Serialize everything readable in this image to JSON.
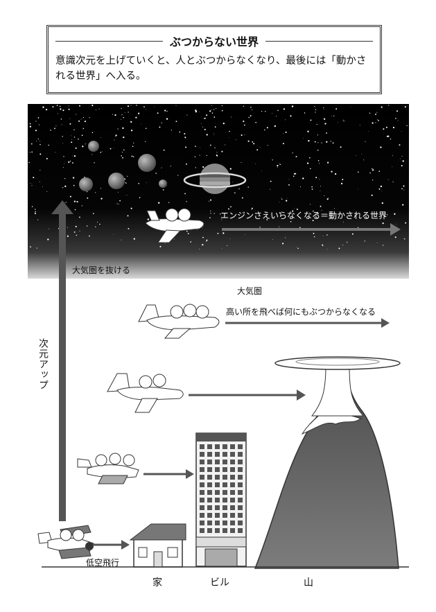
{
  "header": {
    "title": "ぶつからない世界",
    "description": "意識次元を上げていくと、人とぶつからなくなり、最後には「動かされる世界」へ入る。"
  },
  "labels": {
    "space_arrow": "エンジンさえいらなくなる＝動かされる世界",
    "exit_atmosphere": "大気圏を抜ける",
    "atmosphere": "大気圏",
    "high_flight": "高い所を飛べば何にもぶつからなくなる",
    "dimension_up": "次元アップ",
    "low_flight": "低空飛行",
    "house": "家",
    "building": "ビル",
    "mountain": "山"
  },
  "colors": {
    "space": "#000000",
    "arrow": "#555555",
    "mountain": "#6e6e6e"
  }
}
